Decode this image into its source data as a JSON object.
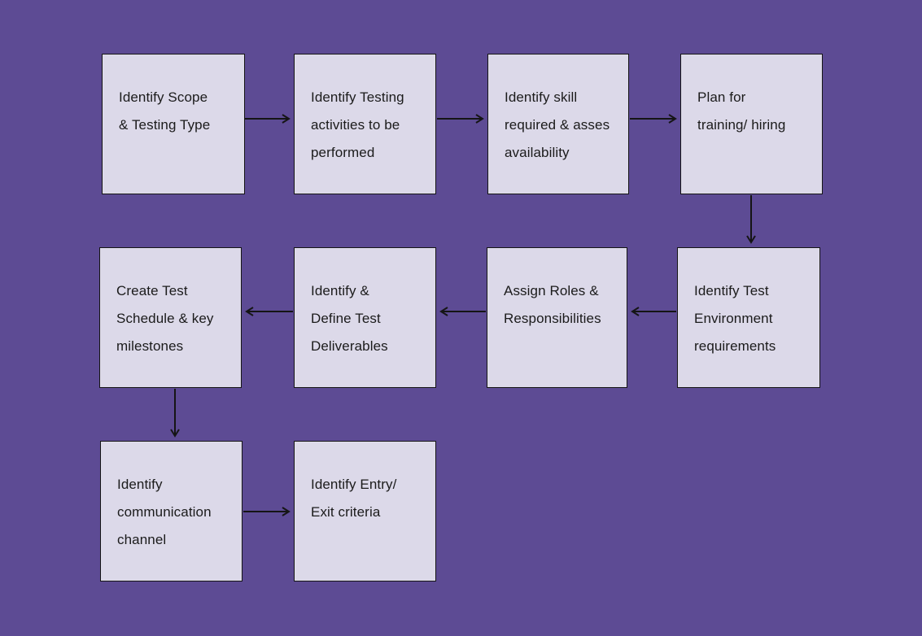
{
  "colors": {
    "background": "#5D4B94",
    "node_fill": "#DCD9E9",
    "node_border": "#151515",
    "arrow": "#151515",
    "text": "#1B1B1B"
  },
  "nodes": [
    {
      "id": "identify-scope-testing-type",
      "label": "Identify Scope\n& Testing Type"
    },
    {
      "id": "identify-testing-activities",
      "label": "Identify Testing\nactivities to be\nperformed"
    },
    {
      "id": "identify-skill-required",
      "label": "Identify skill\nrequired & asses\navailability"
    },
    {
      "id": "plan-training-hiring",
      "label": "Plan for\ntraining/ hiring"
    },
    {
      "id": "identify-test-environment",
      "label": "Identify Test\nEnvironment\nrequirements"
    },
    {
      "id": "assign-roles-responsibilities",
      "label": "Assign Roles &\nResponsibilities"
    },
    {
      "id": "identify-define-test-deliverables",
      "label": "Identify &\nDefine Test\nDeliverables"
    },
    {
      "id": "create-test-schedule",
      "label": "Create Test\nSchedule & key\nmilestones"
    },
    {
      "id": "identify-communication-channel",
      "label": "Identify\ncommunication\nchannel"
    },
    {
      "id": "identify-entry-exit-criteria",
      "label": "Identify Entry/\nExit criteria"
    }
  ],
  "edges": [
    {
      "from": "identify-scope-testing-type",
      "to": "identify-testing-activities",
      "direction": "right"
    },
    {
      "from": "identify-testing-activities",
      "to": "identify-skill-required",
      "direction": "right"
    },
    {
      "from": "identify-skill-required",
      "to": "plan-training-hiring",
      "direction": "right"
    },
    {
      "from": "plan-training-hiring",
      "to": "identify-test-environment",
      "direction": "down"
    },
    {
      "from": "identify-test-environment",
      "to": "assign-roles-responsibilities",
      "direction": "left"
    },
    {
      "from": "assign-roles-responsibilities",
      "to": "identify-define-test-deliverables",
      "direction": "left"
    },
    {
      "from": "identify-define-test-deliverables",
      "to": "create-test-schedule",
      "direction": "left"
    },
    {
      "from": "create-test-schedule",
      "to": "identify-communication-channel",
      "direction": "down"
    },
    {
      "from": "identify-communication-channel",
      "to": "identify-entry-exit-criteria",
      "direction": "right"
    }
  ]
}
